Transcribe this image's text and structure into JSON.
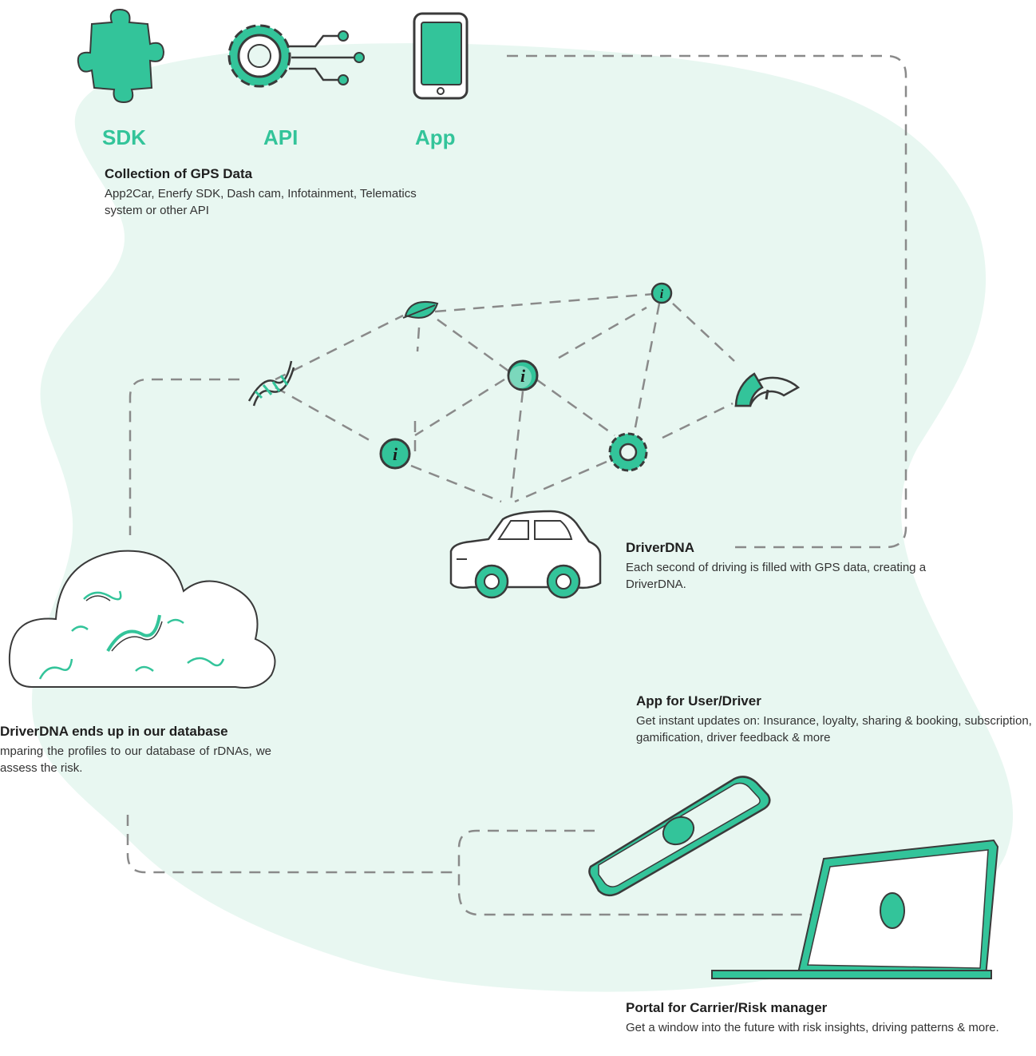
{
  "colors": {
    "accent": "#33c49a",
    "blob": "#e8f7f1",
    "line": "#8a8a8a",
    "ink": "#3a3a3a"
  },
  "sources": {
    "sdk_label": "SDK",
    "api_label": "API",
    "app_label": "App"
  },
  "collection": {
    "title": "Collection of GPS Data",
    "desc": "App2Car, Enerfy SDK, Dash cam, Infotainment, Telematics system or other API"
  },
  "driverdna": {
    "title": "DriverDNA",
    "desc": "Each second of driving is filled with GPS data, creating a DriverDNA."
  },
  "database": {
    "title": "DriverDNA ends up in our database",
    "desc": "mparing the profiles to our database of rDNAs, we assess the risk."
  },
  "app_user": {
    "title": "App for User/Driver",
    "desc": "Get instant updates on: Insurance, loyalty, sharing & booking, subscription, gamification, driver feedback & more"
  },
  "portal": {
    "title": "Portal for Carrier/Risk manager",
    "desc": "Get a window into the future with risk insights, driving patterns & more."
  },
  "icons": [
    "puzzle-icon",
    "gear-circuit-icon",
    "phone-icon",
    "leaf-icon",
    "info-icon",
    "dna-icon",
    "speedometer-icon",
    "gear-icon",
    "car-icon",
    "cloud-icon",
    "tablet-icon",
    "laptop-icon"
  ]
}
